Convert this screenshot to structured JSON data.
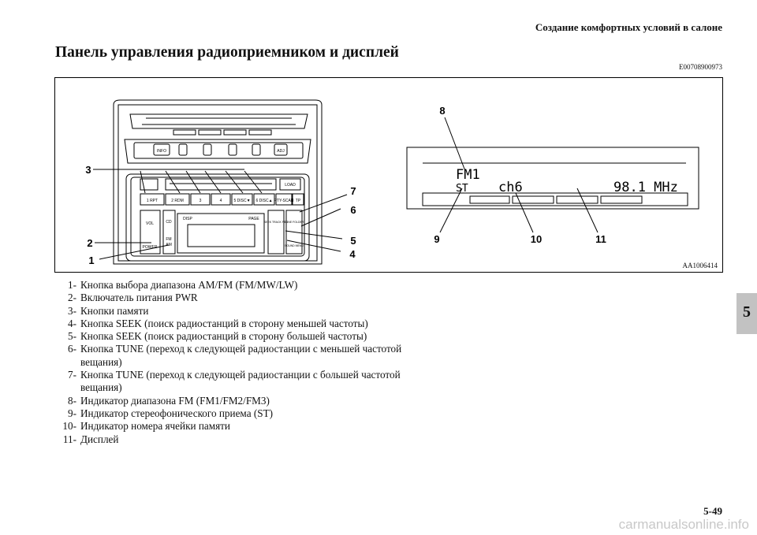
{
  "header": {
    "section_title": "Создание комфортных условий в салоне"
  },
  "title": "Панель управления радиоприемником и дисплей",
  "doc_id": "E00708900973",
  "figure": {
    "image_code": "AA1006414",
    "radio_buttons": {
      "info": "INFO",
      "adj": "ADJ",
      "load": "LOAD",
      "presets": [
        "1 RPT",
        "2 RDM",
        "3",
        "4",
        "5 DISC▼",
        "6 DISC▲",
        "PTY-SCAN",
        "TP"
      ],
      "vol": "VOL",
      "power": "POWER",
      "fm": "FM",
      "am": "AM",
      "cd": "CD",
      "disp": "DISP",
      "page": "PAGE",
      "seek_track_file": "SEEK TRACK FILE",
      "tune_folder": "TUNE FOLDER",
      "sound_menu": "SOUND MENU"
    },
    "display": {
      "band": "FM1",
      "stereo": "ST",
      "channel": "ch6",
      "frequency": "98.1 MHz"
    },
    "callouts": [
      "1",
      "2",
      "3",
      "4",
      "5",
      "6",
      "7",
      "8",
      "9",
      "10",
      "11"
    ]
  },
  "items": [
    {
      "num": "1-",
      "text": "Кнопка выбора диапазона AM/FM (FM/MW/LW)"
    },
    {
      "num": "2-",
      "text": "Включатель питания PWR"
    },
    {
      "num": "3-",
      "text": "Кнопки памяти"
    },
    {
      "num": "4-",
      "text": "Кнопка SEEK (поиск радиостанций в сторону меньшей частоты)"
    },
    {
      "num": "5-",
      "text": "Кнопка SEEK (поиск радиостанций в сторону большей частоты)"
    },
    {
      "num": "6-",
      "text": "Кнопка TUNE (переход к следующей радиостанции с меньшей частотой вещания)"
    },
    {
      "num": "7-",
      "text": "Кнопка TUNE (переход к следующей радиостанции с большей частотой вещания)"
    },
    {
      "num": "8-",
      "text": "Индикатор диапазона FM (FM1/FM2/FM3)"
    },
    {
      "num": "9-",
      "text": "Индикатор стереофонического приема (ST)"
    },
    {
      "num": "10-",
      "text": "Индикатор номера ячейки памяти"
    },
    {
      "num": "11-",
      "text": "Дисплей"
    }
  ],
  "chapter_tab": "5",
  "page_number": "5-49",
  "watermark": "carmanualsonline.info"
}
